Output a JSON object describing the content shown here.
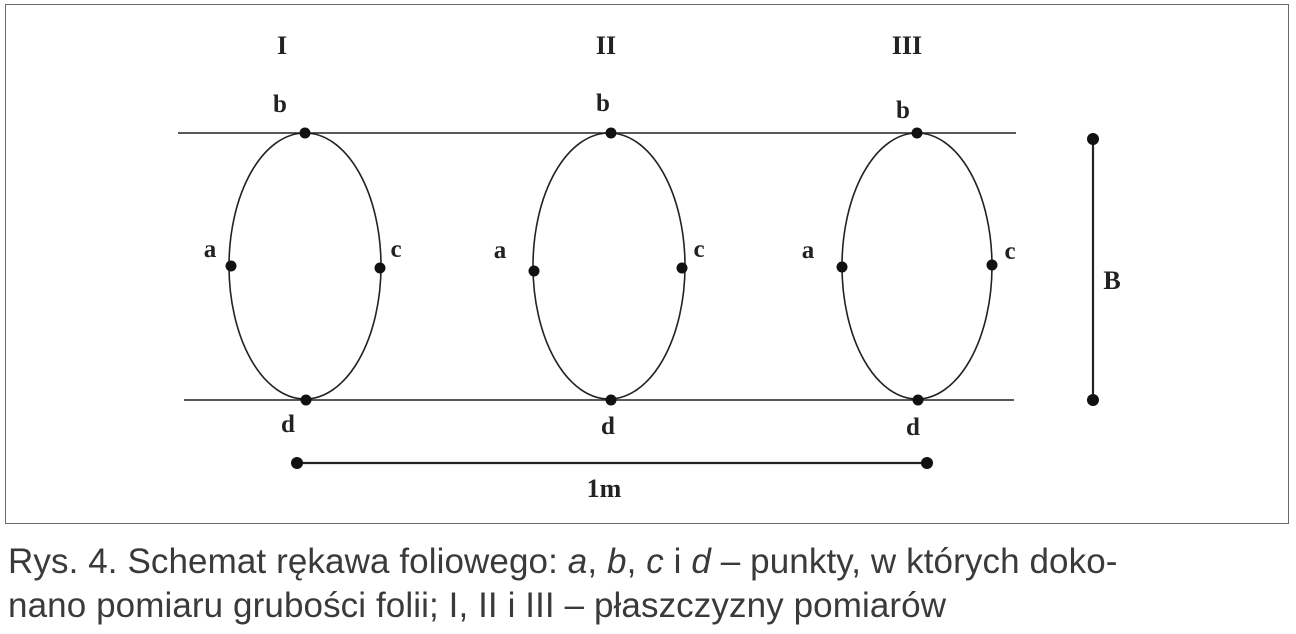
{
  "diagram": {
    "planes": [
      {
        "label": "I",
        "top": "b",
        "left": "a",
        "right": "c",
        "bottom": "d"
      },
      {
        "label": "II",
        "top": "b",
        "left": "a",
        "right": "c",
        "bottom": "d"
      },
      {
        "label": "III",
        "top": "b",
        "left": "a",
        "right": "c",
        "bottom": "d"
      }
    ],
    "width_label": "B",
    "distance_label": "1m"
  },
  "caption": {
    "prefix": "Rys. 4. Schemat rękawa foliowego: ",
    "a": "a",
    "sep1": ", ",
    "b": "b",
    "sep2": ", ",
    "c": "c",
    "sep3": " i ",
    "d": "d",
    "line1_rest": " – punkty, w których doko-",
    "line2": "nano pomiaru grubości folii; I, II i III – płaszczyzny pomiarów"
  }
}
